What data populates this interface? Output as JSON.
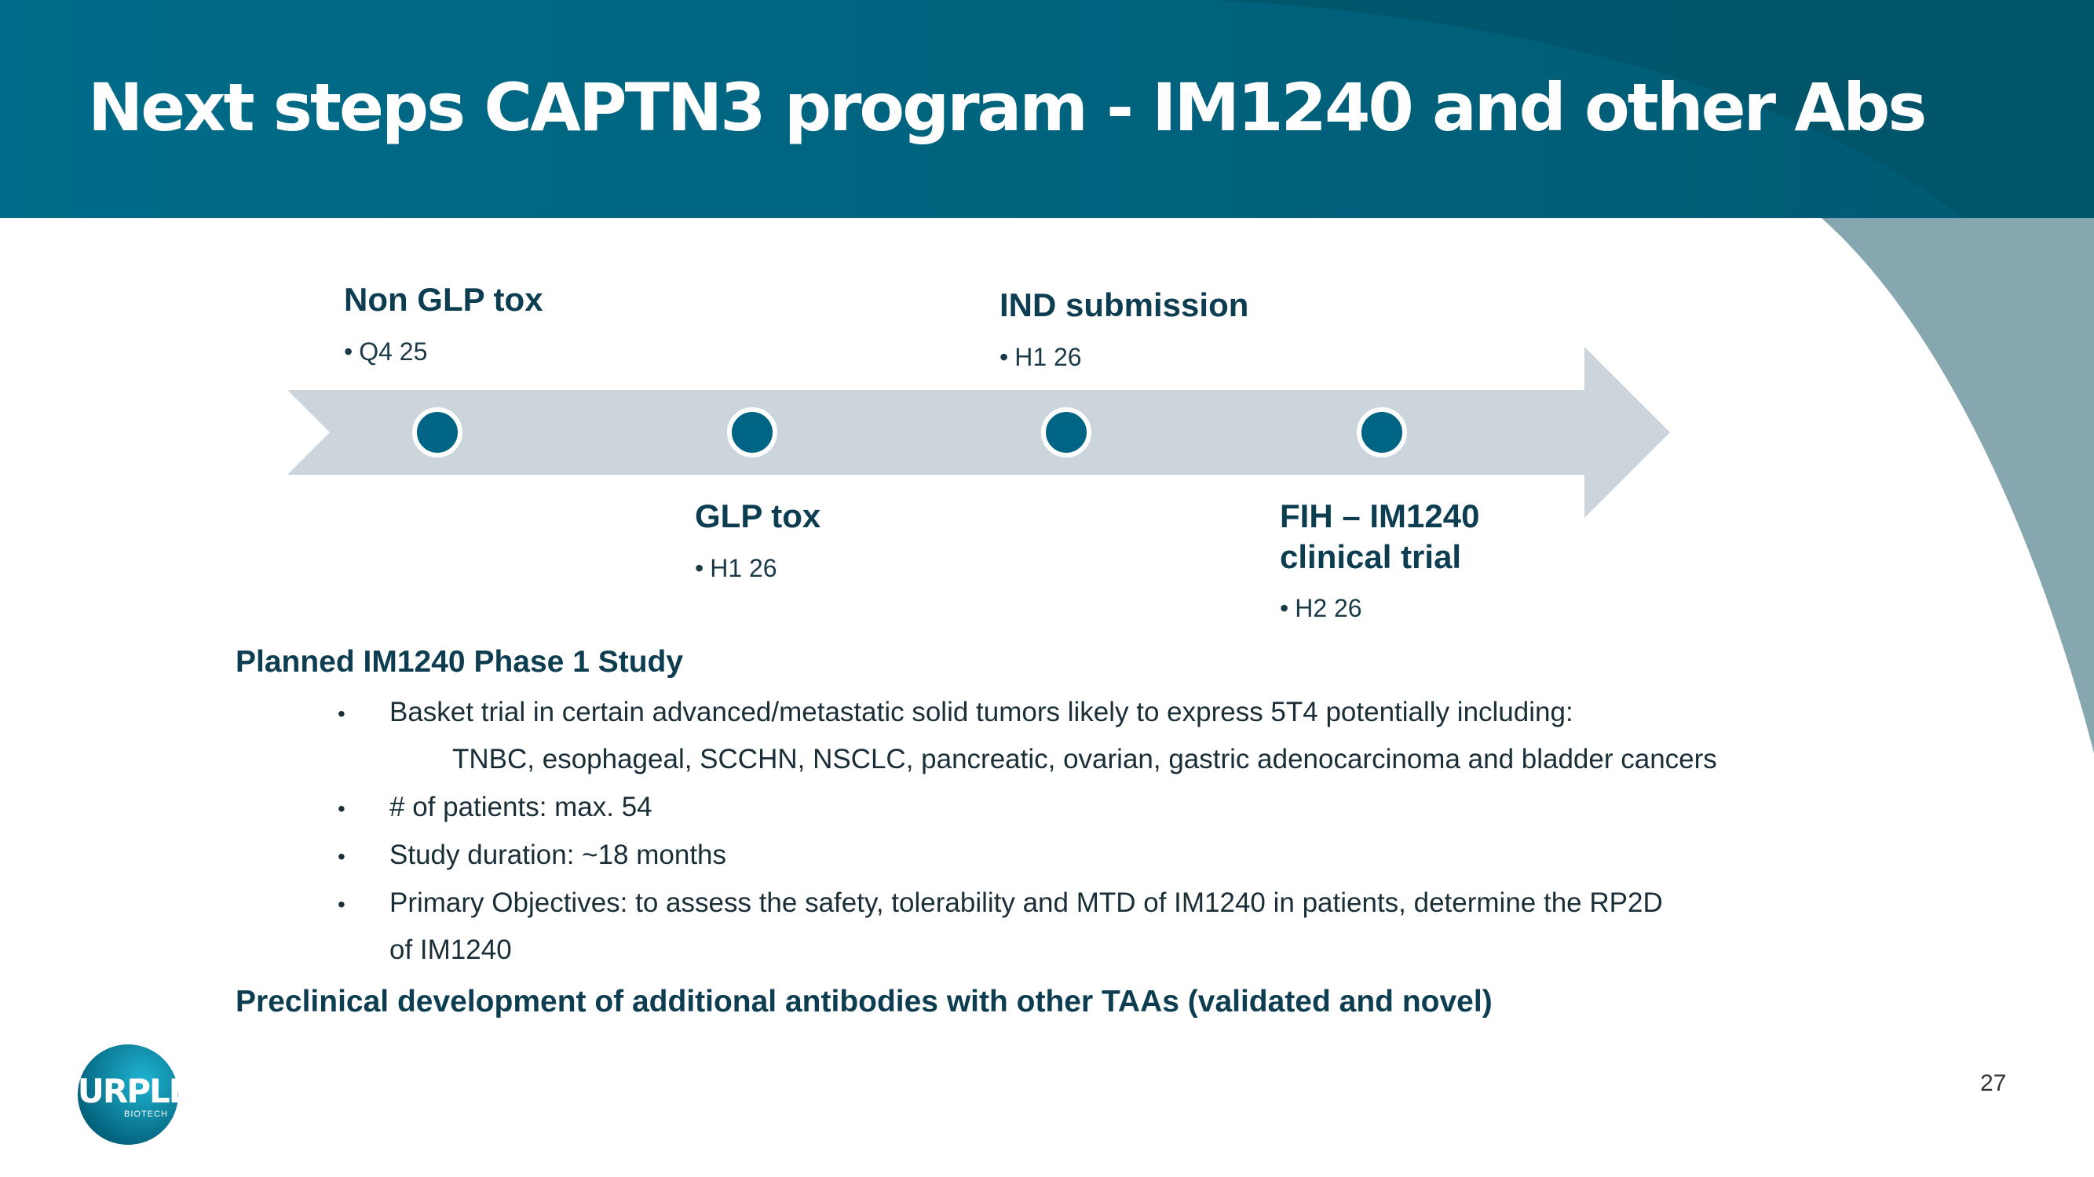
{
  "slide": {
    "title": "Next steps CAPTN3 program - IM1240 and other Abs",
    "page_number": "27"
  },
  "timeline": {
    "milestones": [
      {
        "label": "Non GLP tox",
        "date": "Q4 25"
      },
      {
        "label": "GLP tox",
        "date": "H1 26"
      },
      {
        "label": "IND submission",
        "date": "H1 26"
      },
      {
        "label_line1": "FIH – IM1240",
        "label_line2": "clinical trial",
        "date": "H2 26"
      }
    ],
    "bullet_glyph": "•"
  },
  "study": {
    "heading": "Planned IM1240 Phase 1 Study",
    "bullet_glyph": "•",
    "bullets": [
      {
        "text": "Basket trial in certain advanced/metastatic solid tumors likely to express 5T4 potentially including:",
        "continuation": "TNBC, esophageal, SCCHN, NSCLC, pancreatic, ovarian, gastric adenocarcinoma and bladder cancers"
      },
      {
        "text": "# of patients:  max. 54"
      },
      {
        "text": "Study duration: ~18 months"
      },
      {
        "text": "Primary Objectives: to assess the safety, tolerability and MTD of IM1240 in patients, determine the RP2D",
        "continuation": "of IM1240"
      }
    ]
  },
  "preclinical": {
    "heading": "Preclinical development of additional antibodies with other TAAs (validated and novel)"
  },
  "logo": {
    "text": "PURPLE",
    "subtext": "BIOTECH"
  },
  "colors": {
    "header_dark": "#005a73",
    "header_mid": "#006d8a",
    "arc_gray": "#86a6b0",
    "arrow_gray": "#cdd5dc",
    "dot_fill": "#006584",
    "heading_text": "#0d3d50"
  }
}
